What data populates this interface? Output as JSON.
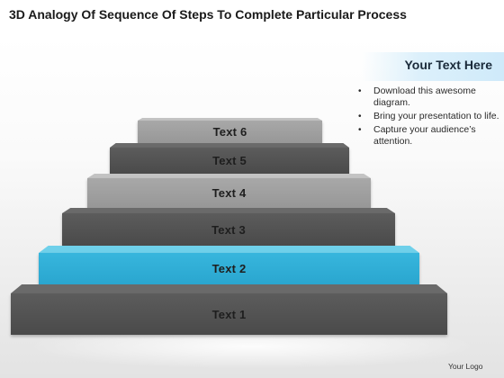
{
  "title": "3D Analogy Of Sequence Of Steps To Complete Particular Process",
  "steps": [
    {
      "label": "Text 1",
      "style": "dark"
    },
    {
      "label": "Text 2",
      "style": "blue"
    },
    {
      "label": "Text 3",
      "style": "dark"
    },
    {
      "label": "Text 4",
      "style": "light"
    },
    {
      "label": "Text 5",
      "style": "dark"
    },
    {
      "label": "Text 6",
      "style": "light"
    }
  ],
  "side_panel": {
    "header": "Your Text Here",
    "bullets": [
      "Download this awesome diagram.",
      "Bring your presentation to life.",
      "Capture your audience’s attention."
    ],
    "bullet_symbol": "•"
  },
  "footer": {
    "logo": "Your Logo"
  },
  "colors": {
    "dark_step": "#4f4f4f",
    "light_step": "#a0a0a0",
    "highlight_step": "#33b1da",
    "header_band": "#d4ecfa"
  }
}
